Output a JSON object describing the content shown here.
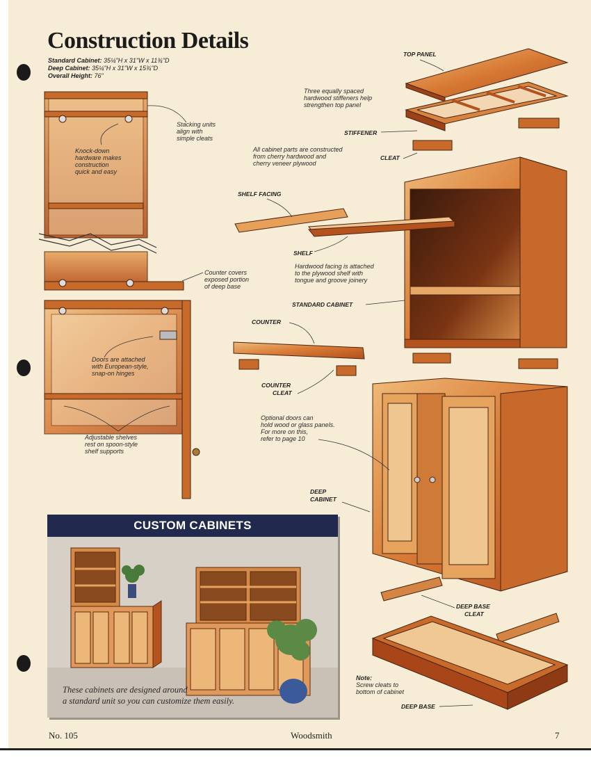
{
  "title": "Construction Details",
  "specs": {
    "standard_label": "Standard Cabinet:",
    "standard_value": "35¼\"H x 31\"W x 11¾\"D",
    "deep_label": "Deep Cabinet:",
    "deep_value": "35¼\"H x 31\"W x 15¾\"D",
    "overall_label": "Overall Height:",
    "overall_value": "76\""
  },
  "notes": {
    "stacking": [
      "Stacking units",
      "align with",
      "simple cleats"
    ],
    "knockdown": [
      "Knock-down",
      "hardware makes",
      "construction",
      "quick and easy"
    ],
    "counter_covers": [
      "Counter covers",
      "exposed portion",
      "of deep base"
    ],
    "doors": [
      "Doors are attached",
      "with European-style,",
      "snap-on hinges"
    ],
    "shelves": [
      "Adjustable shelves",
      "rest on spoon-style",
      "shelf supports"
    ],
    "stiffeners": [
      "Three equally spaced",
      "hardwood stiffeners help",
      "strengthen top panel"
    ],
    "cabinet_parts": [
      "All cabinet parts are constructed",
      "from cherry hardwood and",
      "cherry veneer plywood"
    ],
    "hardwood_facing": [
      "Hardwood facing is attached",
      "to the plywood shelf with",
      "tongue and groove joinery"
    ],
    "optional_doors": [
      "Optional doors can",
      "hold wood or glass panels.",
      "For more on this,",
      "refer to page 10"
    ],
    "screw_note": [
      "Note:",
      "Screw cleats to",
      "bottom of cabinet"
    ]
  },
  "labels": {
    "top_panel": "TOP PANEL",
    "stiffener": "STIFFENER",
    "cleat": "CLEAT",
    "shelf_facing": "SHELF FACING",
    "shelf": "SHELF",
    "standard_cabinet": "STANDARD CABINET",
    "counter": "COUNTER",
    "counter_cleat_1": "COUNTER",
    "counter_cleat_2": "CLEAT",
    "deep_cabinet_1": "DEEP",
    "deep_cabinet_2": "CABINET",
    "deep_base_cleat_1": "DEEP BASE",
    "deep_base_cleat_2": "CLEAT",
    "deep_base": "DEEP BASE"
  },
  "inset": {
    "heading": "CUSTOM CABINETS",
    "caption_1": "These cabinets are designed around",
    "caption_2": "a standard unit so you can customize them easily."
  },
  "footer": {
    "issue": "No. 105",
    "magazine": "Woodsmith",
    "page": "7"
  },
  "colors": {
    "paper": "#f7ecd6",
    "wood_light": "#e9a45c",
    "wood_dark": "#b5531e",
    "inset_header": "#212a4e"
  }
}
